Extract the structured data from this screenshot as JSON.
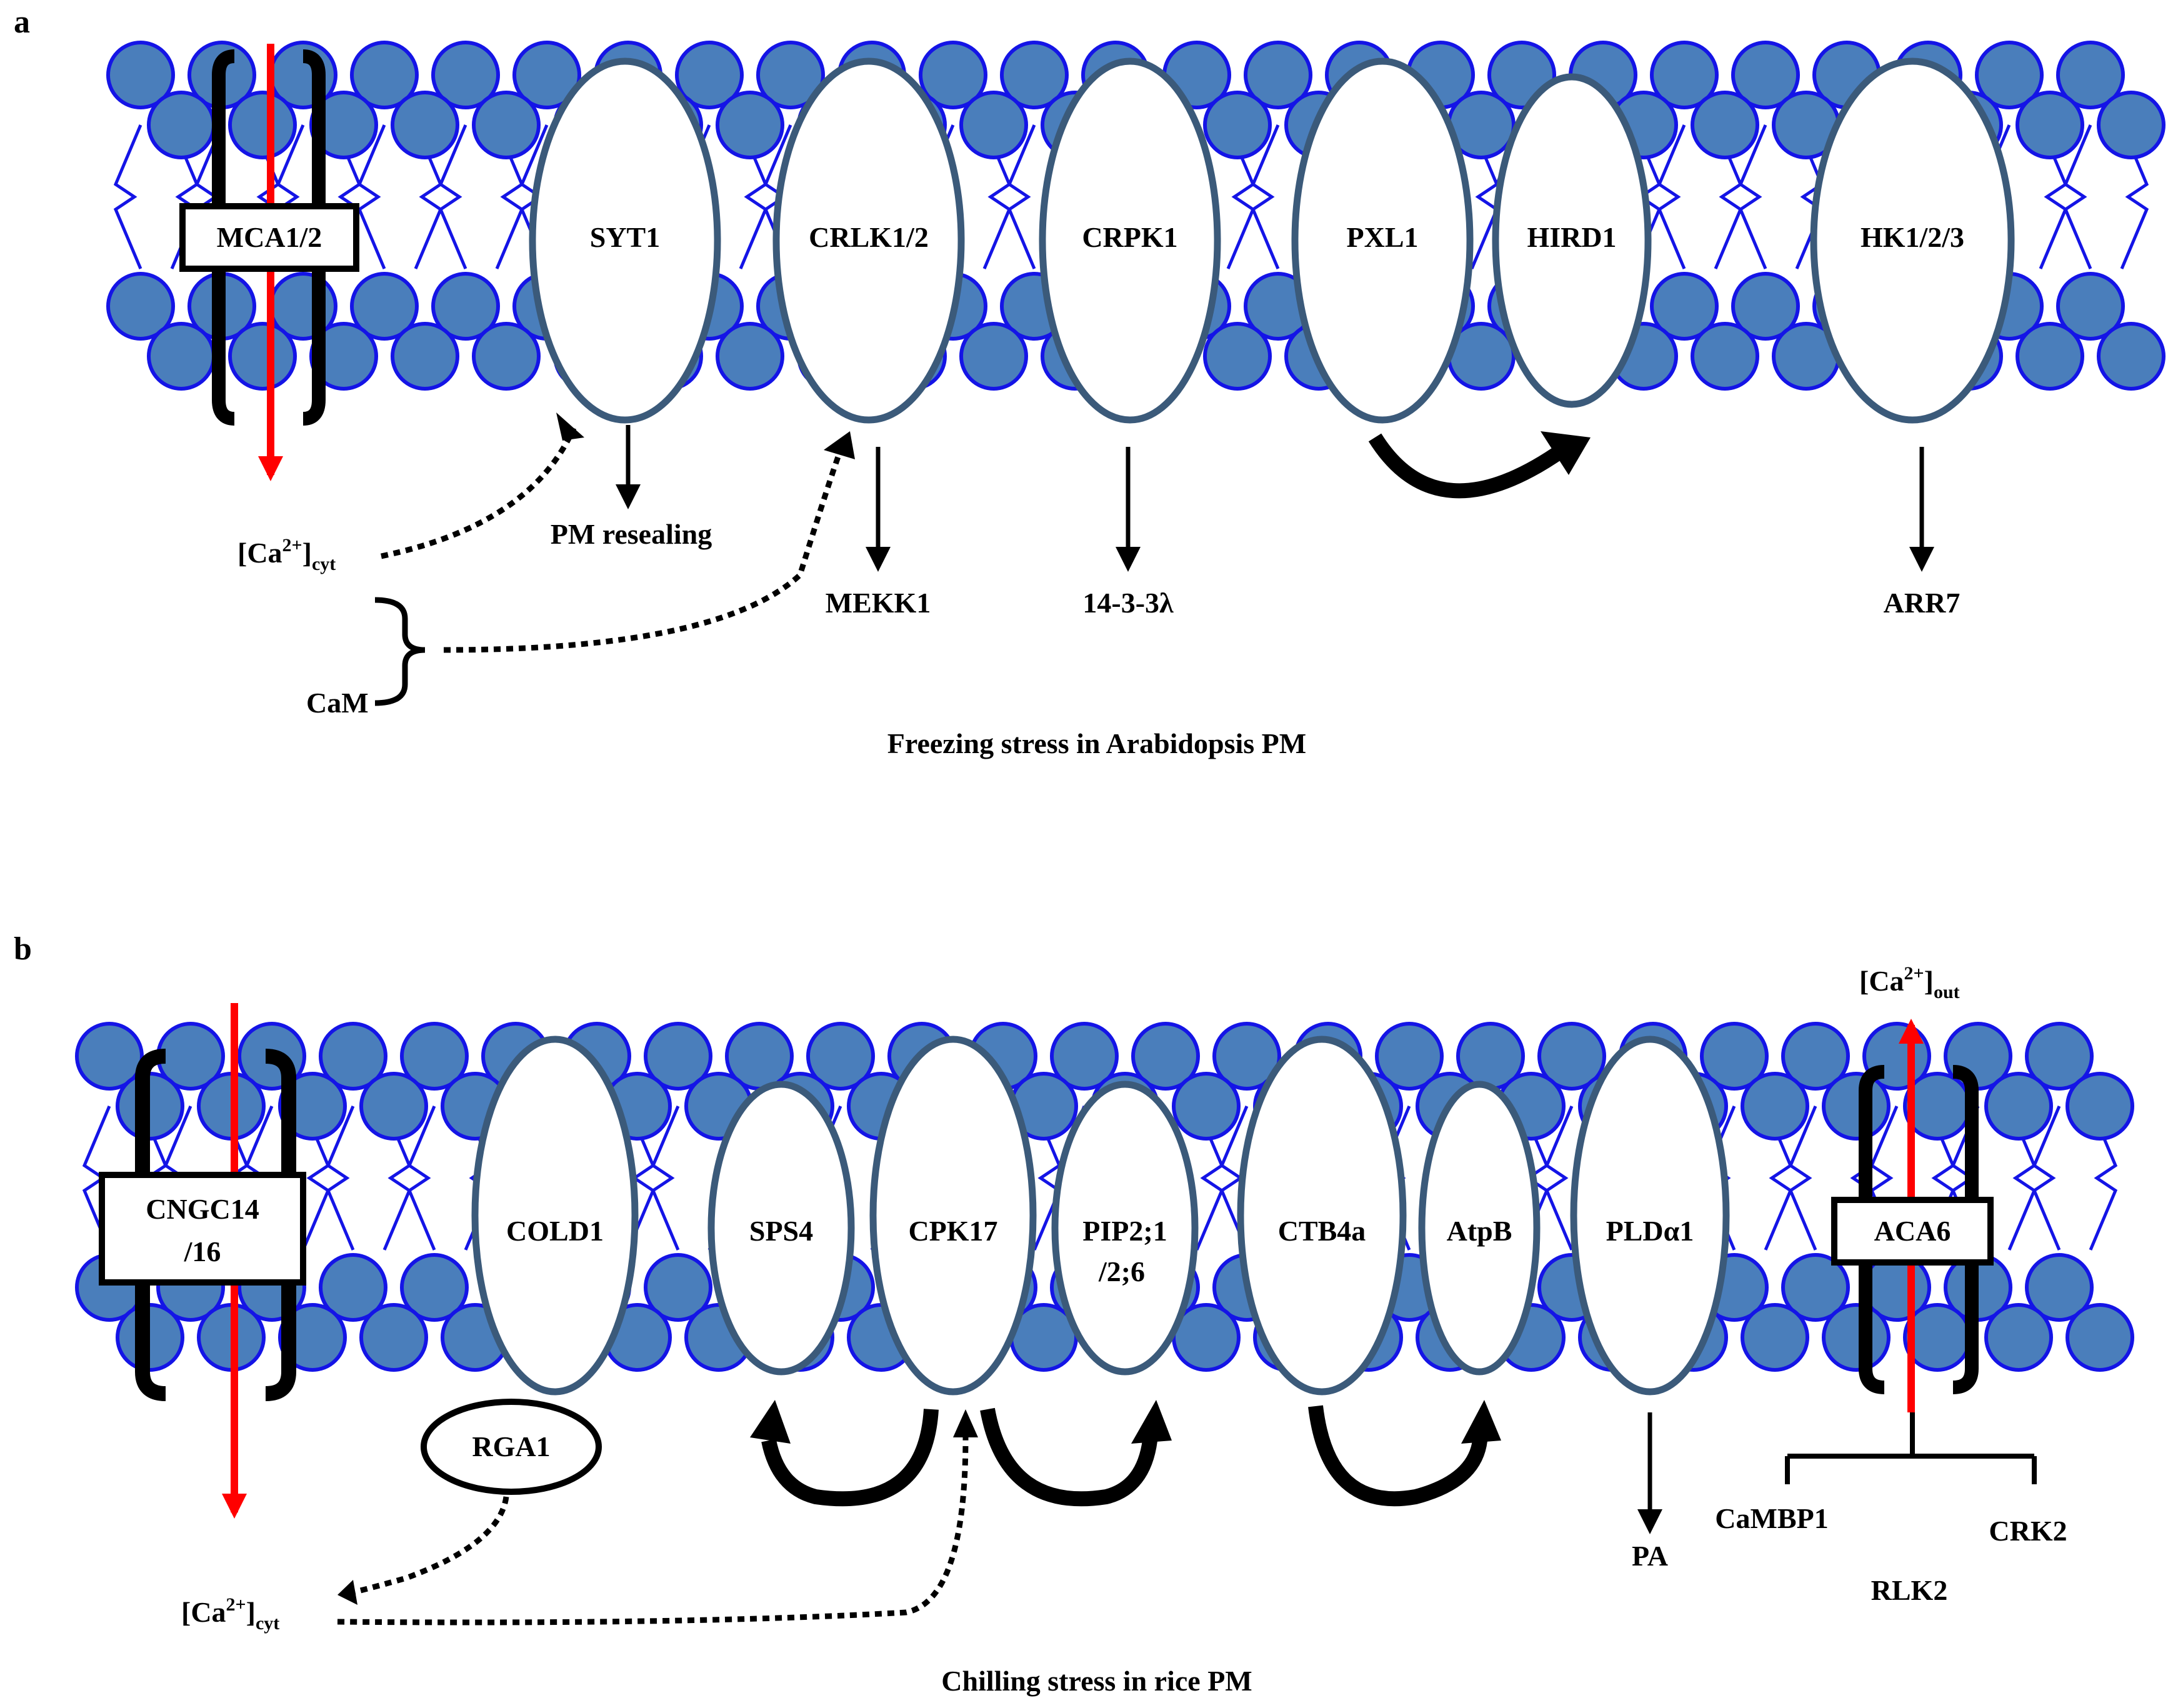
{
  "panel_a": {
    "letter": "a",
    "caption": "Freezing stress in Arabidopsis PM",
    "channel": "MCA1/2",
    "proteins": [
      "SYT1",
      "CRLK1/2",
      "CRPK1",
      "PXL1",
      "HIRD1",
      "HK1/2/3"
    ],
    "ca_main": "[Ca",
    "ca_sup": "2+",
    "ca_close": "]",
    "ca_sub": "cyt",
    "cam": "CaM",
    "pm_resealing": "PM resealing",
    "mekk1": "MEKK1",
    "p1433": "14-3-3λ",
    "arr7": "ARR7"
  },
  "panel_b": {
    "letter": "b",
    "caption": "Chilling stress in rice PM",
    "channel_line1": "CNGC14",
    "channel_line2": "/16",
    "pump": "ACA6",
    "cold1": "COLD1",
    "sps4": "SPS4",
    "cpk17": "CPK17",
    "pip_line1": "PIP2;1",
    "pip_line2": "/2;6",
    "ctb4a": "CTB4a",
    "atpb": "AtpB",
    "pld": "PLDα1",
    "rga1": "RGA1",
    "pa": "PA",
    "cambp1": "CaMBP1",
    "crk2": "CRK2",
    "rlk2": "RLK2",
    "ca_main": "[Ca",
    "ca_sup": "2+",
    "ca_close": "]",
    "ca_sub": "cyt",
    "ca_out_sub": "out"
  },
  "colors": {
    "lipid_fill": "#4a7ebb",
    "lipid_stroke": "#1414e6",
    "protein_stroke": "#3b5a7a",
    "ion_arrow": "#ff0000"
  }
}
